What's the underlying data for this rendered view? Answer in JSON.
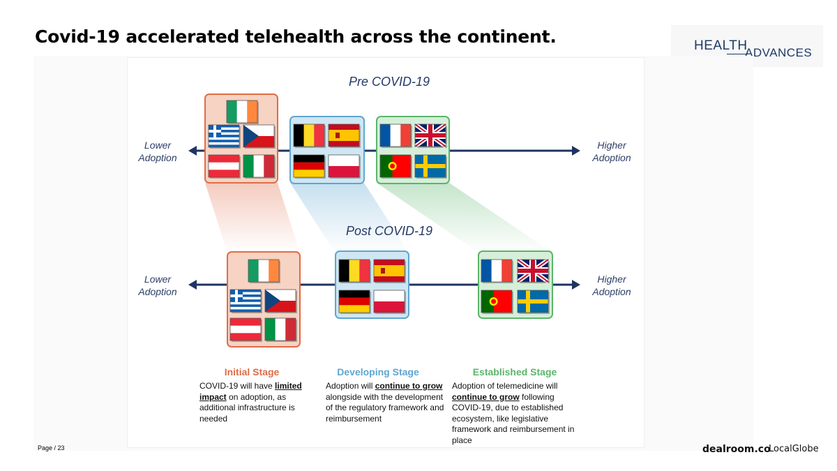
{
  "header": {
    "title": "Covid-19 accelerated telehealth across the continent."
  },
  "logo": {
    "part1": "HEALTH",
    "part2": "ADVANCES"
  },
  "diagram": {
    "pre": {
      "title": "Pre COVID-19",
      "lower_line1": "Lower",
      "lower_line2": "Adoption",
      "higher_line1": "Higher",
      "higher_line2": "Adoption"
    },
    "post": {
      "title": "Post COVID-19",
      "lower_line1": "Lower",
      "lower_line2": "Adoption",
      "higher_line1": "Higher",
      "higher_line2": "Adoption"
    },
    "groups": {
      "initial": [
        "Ireland",
        "Greece",
        "Czech Republic",
        "Austria",
        "Italy"
      ],
      "developing": [
        "Belgium",
        "Spain",
        "Germany",
        "Poland"
      ],
      "established": [
        "France",
        "United Kingdom",
        "Portugal",
        "Sweden"
      ]
    },
    "colors": {
      "initial": "#e06c47",
      "developing": "#5ea6d0",
      "established": "#5bb56a",
      "axis": "#1f3461"
    }
  },
  "stages": [
    {
      "title": "Initial Stage",
      "color": "#e06c47",
      "p1": "COVID-19 will have ",
      "em": "limited impact",
      "p2": " on adoption, as additional infrastructure is needed"
    },
    {
      "title": "Developing Stage",
      "color": "#5ea6d0",
      "p1": "Adoption will ",
      "em": "continue to grow",
      "p2": " alongside with the development of the regulatory framework and reimbursement"
    },
    {
      "title": "Established Stage",
      "color": "#5bb56a",
      "p1": "Adoption of telemedicine will ",
      "em": "continue to grow",
      "p2": " following COVID-19, due to established ecosystem, like legislative framework and reimbursement in place"
    }
  ],
  "footer": {
    "page": "Page / 23",
    "brand1": "dealroom.co",
    "brand2": "LocalGlobe"
  }
}
